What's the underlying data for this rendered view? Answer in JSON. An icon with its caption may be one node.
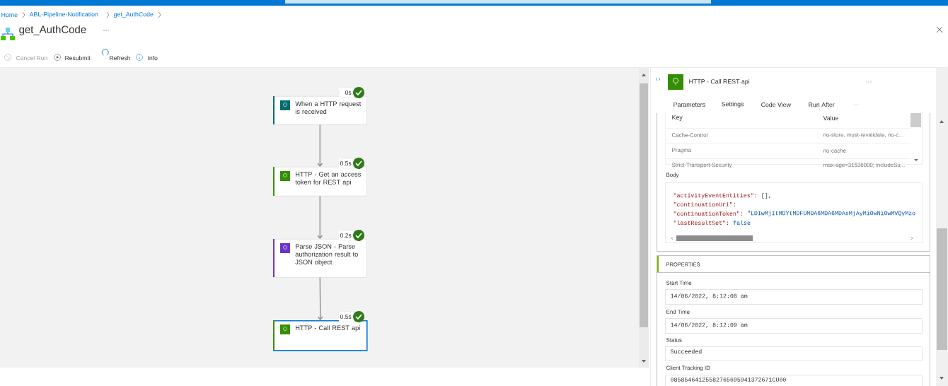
{
  "diagram": {
    "title": "get_AuthCode",
    "nodes": [
      {
        "text": [
          "When a HTTP request is received"
        ],
        "beside": [
          "0s"
        ]
      },
      {
        "text": [
          "HTTP - Get an access token for REST api"
        ],
        "beside": [
          "0.5s"
        ]
      },
      {
        "text": [
          "Parse JSON - Parse authorization result to JSON object"
        ],
        "beside": [
          "0.2s"
        ]
      },
      {
        "text": [
          "HTTP - Call REST api"
        ],
        "beside": [
          "0.5s"
        ]
      }
    ],
    "edges": [
      {
        "from": 0,
        "to": 1,
        "arrow": "to"
      },
      {
        "from": 1,
        "to": 2,
        "arrow": "to"
      },
      {
        "from": 2,
        "to": 3,
        "arrow": "to"
      }
    ],
    "labels": [
      "Home",
      "ABL-Pipeline-Notification",
      "get_AuthCode",
      "Cancel Run",
      "Resubmit",
      "Refresh",
      "Info",
      "HTTP - Call REST api",
      "Parameters",
      "Settings",
      "Code View",
      "Run After",
      "Key",
      "Value",
      "Cache-Control",
      "no-store, must-revalidate, no-c...",
      "Pragma",
      "no-cache",
      "Strict-Transport-Security",
      "max-age=31536000; includeSu...",
      "Body",
      "\"activityEventEntities\":",
      "[],",
      "\"continuationUri\":",
      "\"continuationToken\":",
      "\"LDIwMjItMDYtMDFUMDA6MDA6MDAsMjAyMi0wNi0wMVQyMzo",
      "\"lastResultSet\":",
      "false",
      "PROPERTIES",
      "Start Time",
      "14/06/2022, 8:12:08 am",
      "End Time",
      "14/06/2022, 8:12:09 am",
      "Status",
      "Succeeded",
      "Client Tracking ID",
      "08585464125582765695941372671CU00"
    ]
  }
}
